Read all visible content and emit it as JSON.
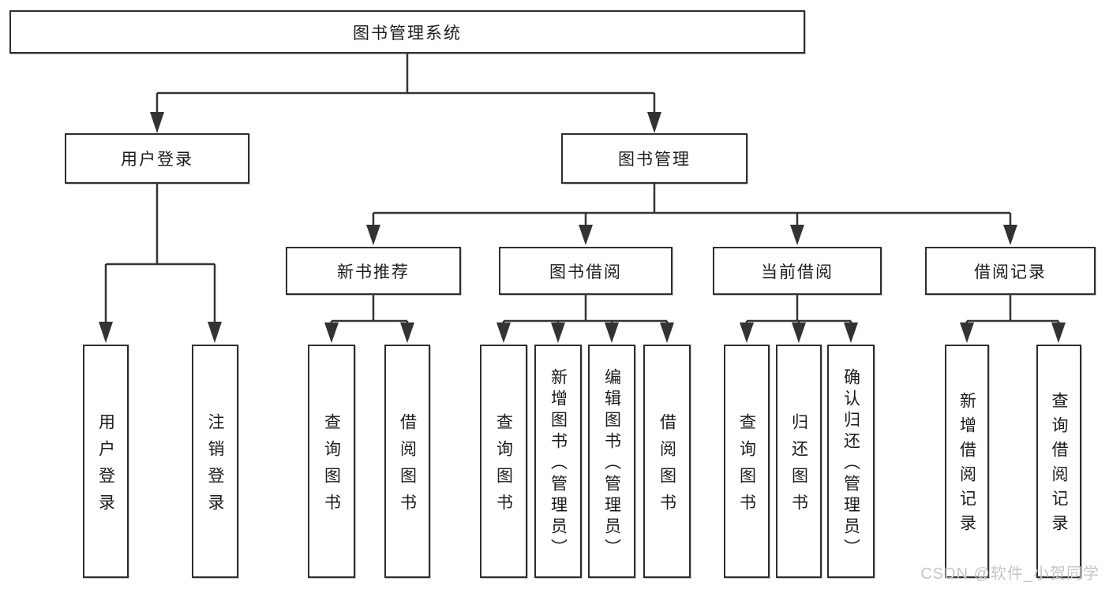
{
  "root": {
    "label": "图书管理系统"
  },
  "branches": [
    {
      "label": "用户登录"
    },
    {
      "label": "图书管理"
    }
  ],
  "modules": [
    {
      "label": "新书推荐",
      "parent": "图书管理"
    },
    {
      "label": "图书借阅",
      "parent": "图书管理"
    },
    {
      "label": "当前借阅",
      "parent": "图书管理"
    },
    {
      "label": "借阅记录",
      "parent": "图书管理"
    }
  ],
  "leaves": [
    {
      "label": "用户登录",
      "parent": "用户登录"
    },
    {
      "label": "注销登录",
      "parent": "用户登录"
    },
    {
      "label": "查询图书",
      "parent": "新书推荐"
    },
    {
      "label": "借阅图书",
      "parent": "新书推荐"
    },
    {
      "label": "查询图书",
      "parent": "图书借阅"
    },
    {
      "label": "新增图书（管理员）",
      "parent": "图书借阅"
    },
    {
      "label": "编辑图书（管理员）",
      "parent": "图书借阅"
    },
    {
      "label": "借阅图书",
      "parent": "图书借阅"
    },
    {
      "label": "查询图书",
      "parent": "当前借阅"
    },
    {
      "label": "归还图书",
      "parent": "当前借阅"
    },
    {
      "label": "确认归还（管理员）",
      "parent": "当前借阅"
    },
    {
      "label": "新增借阅记录",
      "parent": "借阅记录"
    },
    {
      "label": "查询借阅记录",
      "parent": "借阅记录"
    }
  ],
  "watermark": "CSDN @软件_小贺同学",
  "colors": {
    "line": "#333333",
    "border": "#2e2e2e",
    "text": "#1b1b1b",
    "watermark": "#c5c5c5",
    "background": "#ffffff"
  }
}
